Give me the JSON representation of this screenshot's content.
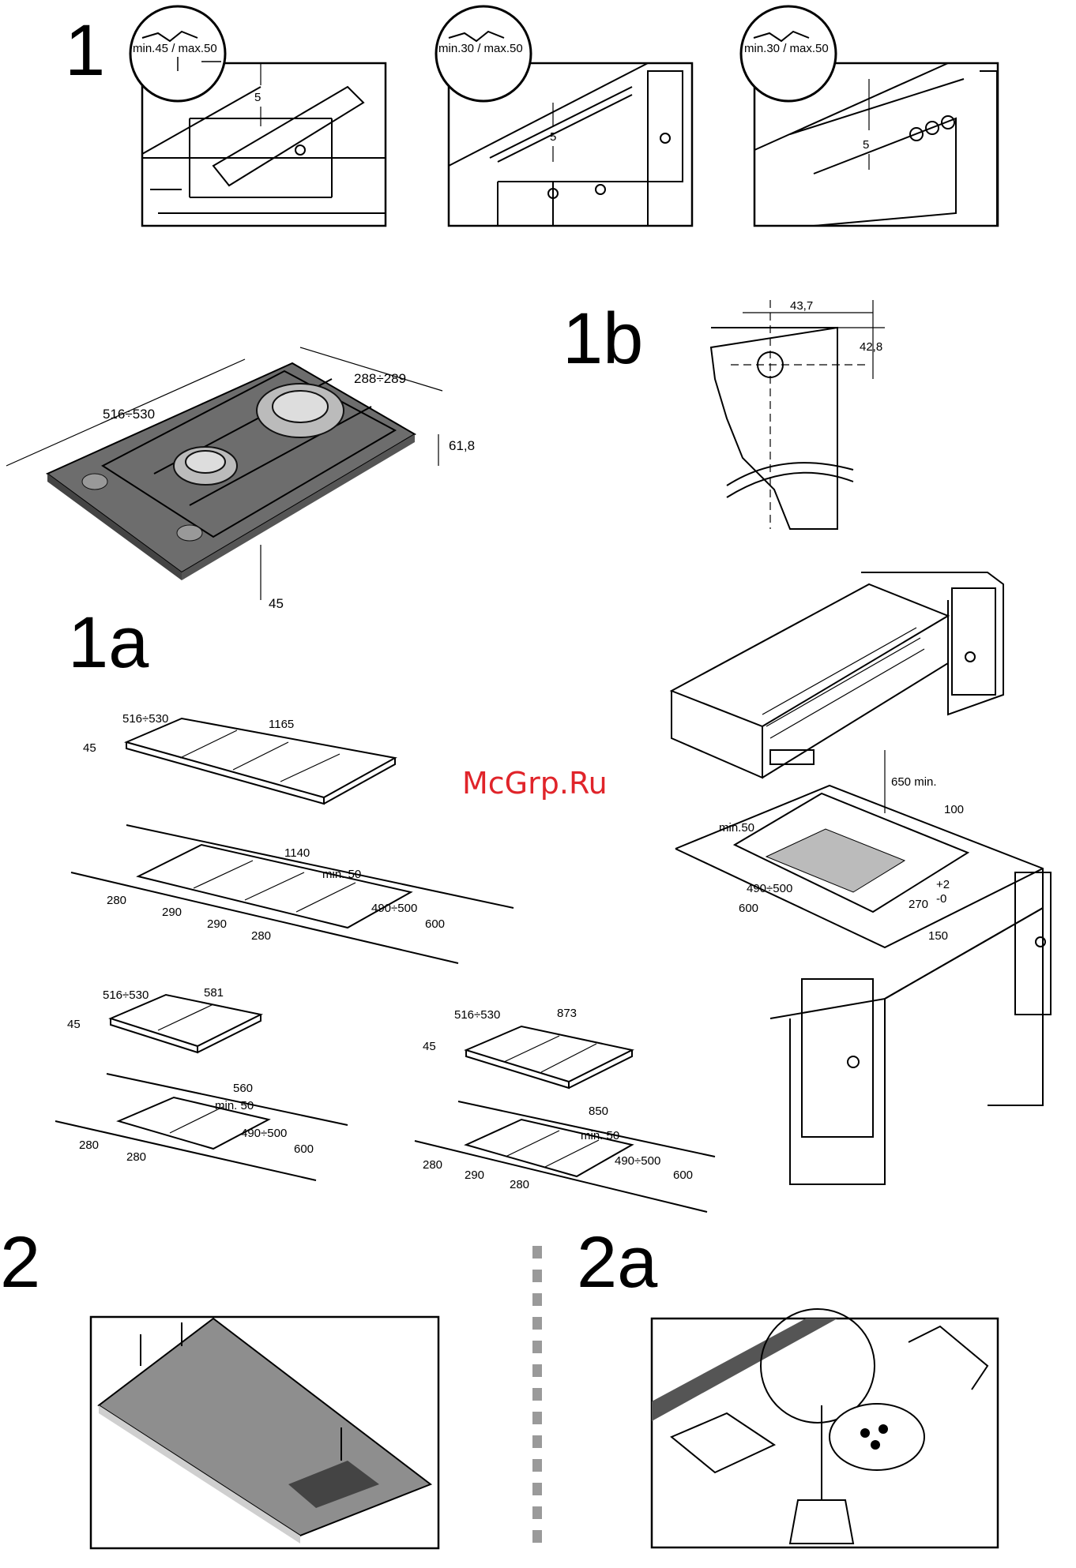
{
  "figures": {
    "fig1": {
      "label": "1",
      "panels": [
        {
          "badge_text": "min.45 / max.50",
          "gap": "5"
        },
        {
          "badge_text": "min.30 / max.50",
          "gap": "5"
        },
        {
          "badge_text": "min.30 / max.50",
          "gap": "5"
        }
      ]
    },
    "fig1b": {
      "label": "1b",
      "dim_x": "43,7",
      "dim_y": "42,8"
    },
    "fig1a": {
      "label": "1a",
      "hob_dims": {
        "depth": "516÷530",
        "width": "288÷289",
        "height": "61,8",
        "cut_depth": "45"
      },
      "combo_3": {
        "top": {
          "depth": "516÷530",
          "width": "1165",
          "height": "45"
        },
        "cutout": {
          "width": "1140",
          "min": "min. 50",
          "d1": "280",
          "d2": "290",
          "d3": "290",
          "d4": "280",
          "depth": "490÷500",
          "counter": "600"
        }
      },
      "combo_1": {
        "top": {
          "depth": "516÷530",
          "width": "581",
          "height": "45"
        },
        "cutout": {
          "width": "560",
          "min": "min. 50",
          "d1": "280",
          "d2": "280",
          "depth": "490÷500",
          "counter": "600"
        }
      },
      "combo_2": {
        "top": {
          "depth": "516÷530",
          "width": "873",
          "height": "45"
        },
        "cutout": {
          "width": "850",
          "min": "min. 50",
          "d1": "280",
          "d2": "290",
          "d3": "280",
          "depth": "490÷500",
          "counter": "600"
        }
      },
      "install": {
        "hood": "650 min.",
        "min_side": "min.50",
        "rear": "100",
        "depth": "490÷500",
        "counter": "600",
        "width": "270",
        "tol_plus": "+2",
        "tol_minus": "-0",
        "below": "150"
      }
    },
    "fig2": {
      "label": "2"
    },
    "fig2a": {
      "label": "2a"
    }
  },
  "watermark": "McGrp.Ru"
}
